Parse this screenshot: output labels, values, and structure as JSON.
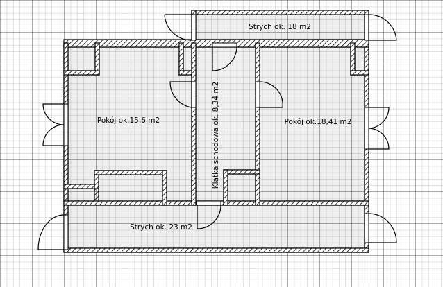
{
  "rooms": {
    "attic_top": "Strych ok. 18 m2",
    "room_left": "Pokój ok.15,6 m2",
    "room_right": "Pokój ok.18,41 m2",
    "attic_bottom": "Strych ok. 23 m2",
    "staircase": "Klatka schodowa ok. 8,34 m2"
  },
  "colors": {
    "room_fill": "#efefef",
    "grid_minor": "#b4b4b4",
    "grid_major": "#6e6e6e",
    "wall": "#000000"
  }
}
